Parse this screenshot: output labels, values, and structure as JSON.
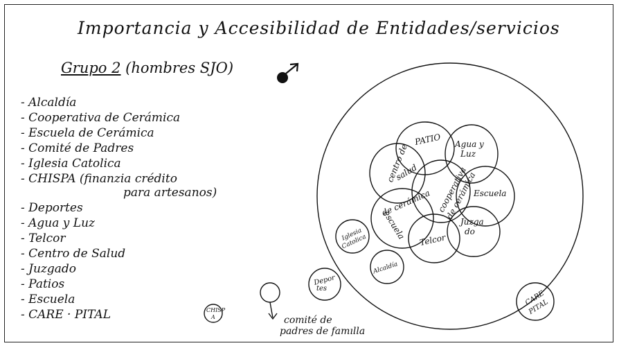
{
  "title": "Importancia y Accesibilidad de Entidades/servicios",
  "group_label": "Grupo 2",
  "group_detail": "(hombres SJO)",
  "symbol": "male-symbol",
  "entities": [
    "- Alcaldía",
    "- Cooperativa de Cerámica",
    "- Escuela de Cerámica",
    "- Comité de Padres",
    "- Iglesia Catolica",
    "- CHISPA (finanzia crédito",
    "para artesanos)",
    "- Deportes",
    "- Agua y Luz",
    "- Telcor",
    "- Centro de Salud",
    "- Juzgado",
    "- Patios",
    "- Escuela",
    "- CARE · PITAL"
  ],
  "venn": {
    "inner": {
      "patio": "PATIO",
      "agua_1": "Agua y",
      "agua_2": "Luz",
      "centro_1": "centro de",
      "centro_2": "salud",
      "coop_1": "cooperativa",
      "coop_2": "de cerámica",
      "escuela": "Escuela",
      "esc_cer_1": "escuela",
      "esc_cer_2": "de cerámica",
      "juzgado_1": "Juzga",
      "juzgado_2": "do",
      "telcor": "Telcor"
    },
    "outer": {
      "iglesia_1": "Iglesia",
      "iglesia_2": "Catolica",
      "alcaldia": "Alcaldía",
      "deportes_1": "Depor",
      "deportes_2": "tes",
      "chispa_1": "CHISP",
      "chispa_2": "A",
      "care_1": "CARE",
      "care_2": "PITAL",
      "comite_1": "comité de",
      "comite_2": "padres de famılla"
    }
  }
}
